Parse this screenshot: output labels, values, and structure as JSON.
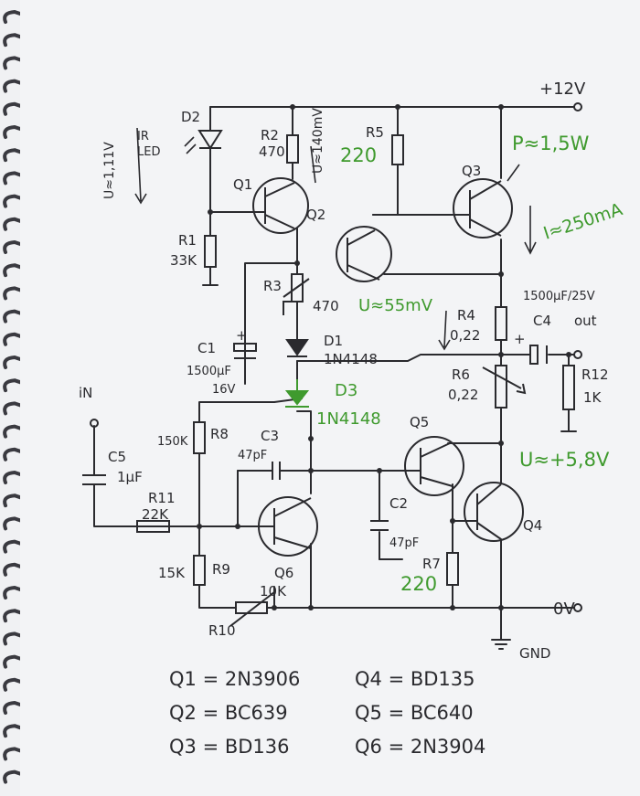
{
  "supply": {
    "vcc": "+12V",
    "gnd": "0V",
    "gnd_label": "GND"
  },
  "io": {
    "input": "iN",
    "output": "out"
  },
  "components": {
    "D2": {
      "ref": "D2",
      "type": "IR LED",
      "line1": "IR",
      "line2": "LED",
      "voltage": "U≈1,11V"
    },
    "R2": {
      "ref": "R2",
      "value": "470",
      "voltage": "U≈140mV"
    },
    "R5": {
      "ref": "R5",
      "value": "220"
    },
    "Q1": {
      "ref": "Q1"
    },
    "Q2": {
      "ref": "Q2"
    },
    "Q3": {
      "ref": "Q3",
      "power": "P≈1,5W",
      "current": "I≈250mA"
    },
    "R1": {
      "ref": "R1",
      "value": "33K"
    },
    "R3": {
      "ref": "R3",
      "value": "470",
      "voltage": "U≈55mV"
    },
    "D1": {
      "ref": "D1",
      "value": "1N4148"
    },
    "D3": {
      "ref": "D3",
      "value": "1N4148"
    },
    "C1": {
      "ref": "C1",
      "cap": "1500µF",
      "rating": "16V"
    },
    "R4": {
      "ref": "R4",
      "value": "0,22"
    },
    "C4": {
      "ref": "C4",
      "value": "1500µF/25V"
    },
    "R6": {
      "ref": "R6",
      "value": "0,22"
    },
    "R12": {
      "ref": "R12",
      "value": "1K",
      "voltage": "U≈+5,8V"
    },
    "R8": {
      "ref": "R8",
      "value": "150K"
    },
    "C3": {
      "ref": "C3",
      "value": "47pF"
    },
    "C5": {
      "ref": "C5",
      "value": "1µF"
    },
    "R11": {
      "ref": "R11",
      "value": "22K"
    },
    "Q5": {
      "ref": "Q5"
    },
    "C2": {
      "ref": "C2",
      "value": "47pF"
    },
    "Q4": {
      "ref": "Q4"
    },
    "R7": {
      "ref": "R7",
      "value": "220"
    },
    "R9": {
      "ref": "R9",
      "value": "15K"
    },
    "Q6": {
      "ref": "Q6"
    },
    "R10": {
      "ref": "R10",
      "value": "10K"
    }
  },
  "transistor_list": [
    "Q1 = 2N3906",
    "Q4 = BD135",
    "Q2 = BC639",
    "Q5 = BC640",
    "Q3 = BD136",
    "Q6 = 2N3904"
  ],
  "colors": {
    "ink": "#2a2a2e",
    "green_annotation": "#3f9a2e",
    "paper": "#f3f4f6",
    "spiral": "#3a3a40"
  }
}
